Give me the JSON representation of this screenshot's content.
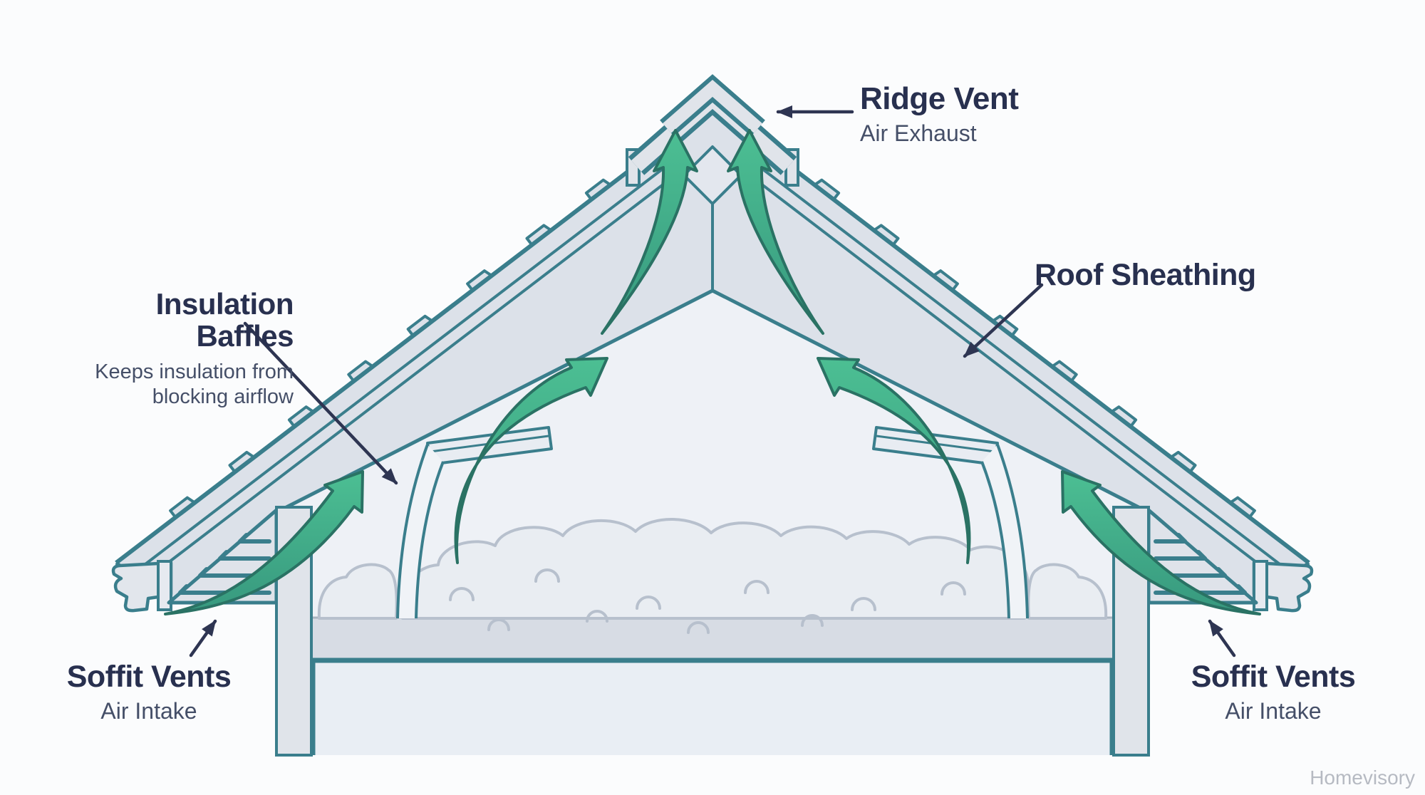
{
  "diagram": {
    "subject": "attic-ventilation-cross-section",
    "labels": {
      "ridge_vent": {
        "title": "Ridge Vent",
        "subtitle": "Air Exhaust"
      },
      "roof_sheathing": {
        "title": "Roof Sheathing"
      },
      "insulation_baffles": {
        "title": "Insulation Baffles",
        "subtitle": "Keeps insulation from blocking airflow"
      },
      "soffit_vents_left": {
        "title": "Soffit Vents",
        "subtitle": "Air Intake"
      },
      "soffit_vents_right": {
        "title": "Soffit Vents",
        "subtitle": "Air Intake"
      }
    },
    "watermark": "Homevisory",
    "colors": {
      "outline_teal": "#3a7e8c",
      "airflow_green": "#4cbf93",
      "airflow_green_dark": "#37987e",
      "airflow_stroke": "#2a7264",
      "structure_fill": "#dce1e9",
      "interior_fill": "#eef1f6",
      "room_fill": "#e9eef4",
      "insulation_fill": "#e9edf2",
      "insulation_outline": "#b7c0cd",
      "text_navy": "#28304f",
      "text_gray": "#454f68",
      "pointer_navy": "#2e3552",
      "background": "#fbfcfd"
    }
  }
}
